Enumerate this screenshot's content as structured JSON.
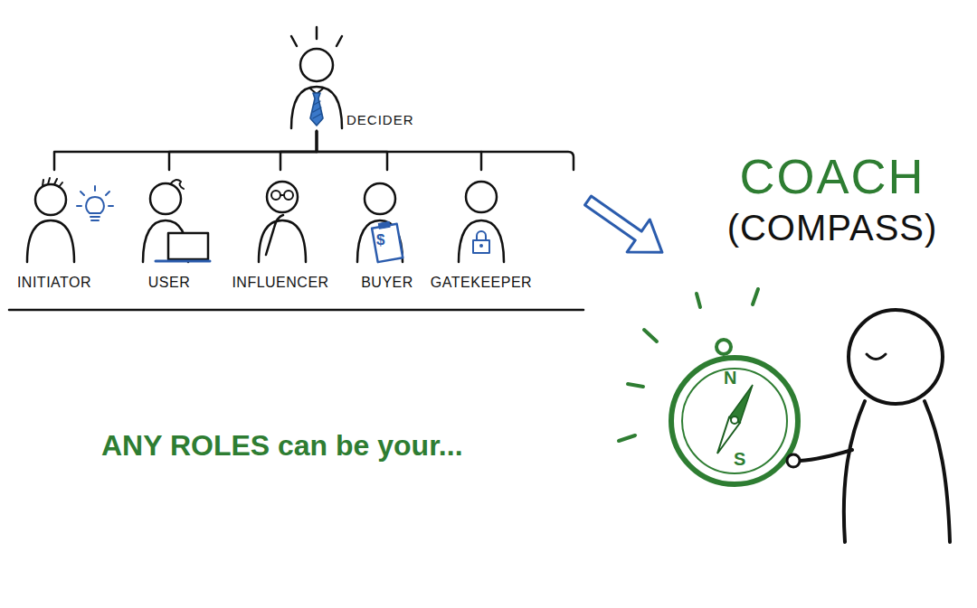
{
  "diagram": {
    "nodes": [
      {
        "text": [
          "DECIDER"
        ]
      },
      {
        "text": [
          "INITIATOR"
        ]
      },
      {
        "text": [
          "USER"
        ]
      },
      {
        "text": [
          "INFLUENCER"
        ]
      },
      {
        "text": [
          "BUYER"
        ]
      },
      {
        "text": [
          "GATEKEEPER"
        ]
      },
      {
        "text": [
          "COACH",
          "(COMPASS)"
        ]
      }
    ],
    "edges": [
      {
        "from": 0,
        "to": 1,
        "arrow": "none"
      },
      {
        "from": 0,
        "to": 2,
        "arrow": "none"
      },
      {
        "from": 0,
        "to": 3,
        "arrow": "none"
      },
      {
        "from": 0,
        "to": 4,
        "arrow": "none"
      },
      {
        "from": 0,
        "to": 5,
        "arrow": "none"
      }
    ],
    "labels": [
      "$",
      "ANY ROLES can be your...",
      "N",
      "S"
    ]
  }
}
